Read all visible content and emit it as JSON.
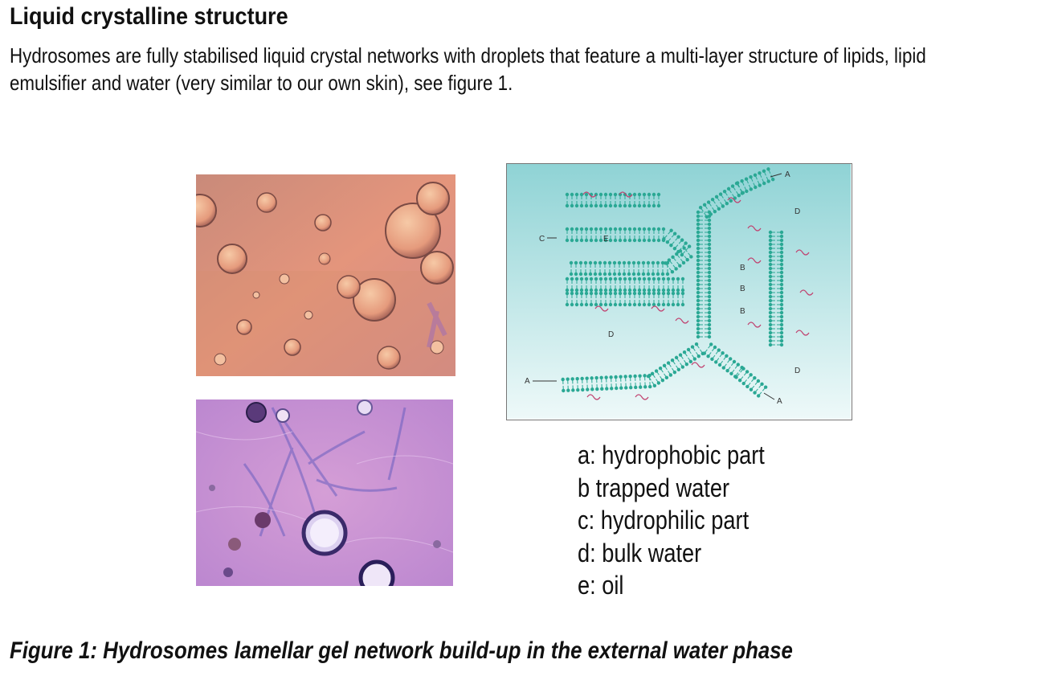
{
  "heading": "Liquid crystalline structure",
  "intro": "Hydrosomes are fully stabilised liquid crystal networks with droplets that feature a multi-layer structure of lipids, lipid emulsifier and water (very similar to our own skin), see figure 1.",
  "diagram": {
    "labels": {
      "a_top": "A",
      "a_left": "A",
      "a_right": "A",
      "b1": "B",
      "b2": "B",
      "b3": "B",
      "c": "C",
      "d_top": "D",
      "d_mid": "D",
      "d_right": "D",
      "e": "E"
    },
    "colors": {
      "head": "#2aa894",
      "tail": "#c0406e",
      "bg_top": "#8fd3d5",
      "bg_bottom": "#eef9f9"
    }
  },
  "legend": [
    "a: hydrophobic part",
    "b trapped water",
    "c: hydrophilic part",
    "d: bulk water",
    "e: oil"
  ],
  "caption": "Figure 1: Hydrosomes lamellar gel network build-up in the external water phase"
}
